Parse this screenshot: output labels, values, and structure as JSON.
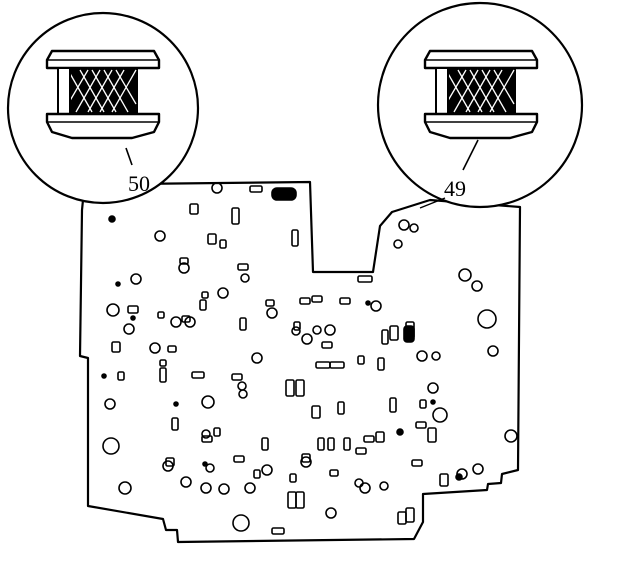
{
  "callouts": [
    {
      "label": "50",
      "part": "filter-element"
    },
    {
      "label": "49",
      "part": "filter-element"
    }
  ],
  "colors": {
    "ink": "#000000",
    "paper": "#ffffff"
  }
}
